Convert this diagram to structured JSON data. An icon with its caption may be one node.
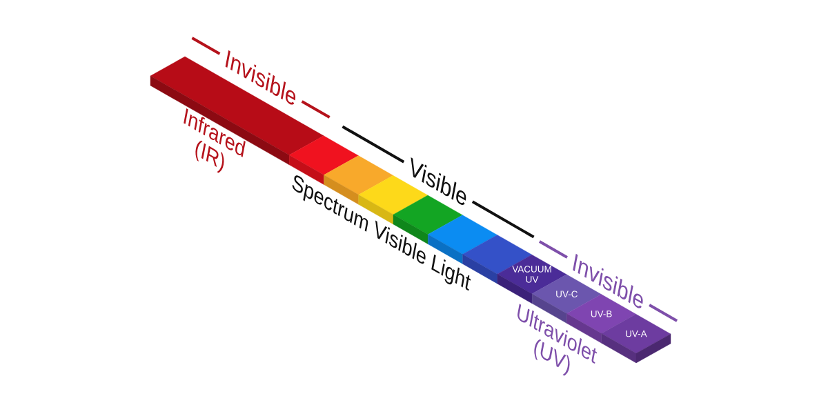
{
  "diagram": {
    "nodes": [
      {
        "text": [],
        "shape": "bar",
        "beside": [
          "Infrared (IR)"
        ]
      },
      {
        "text": [],
        "shape": "bar"
      },
      {
        "text": [],
        "shape": "bar"
      },
      {
        "text": [],
        "shape": "bar"
      },
      {
        "text": [],
        "shape": "bar"
      },
      {
        "text": [],
        "shape": "bar"
      },
      {
        "text": [],
        "shape": "bar"
      },
      {
        "text": [
          "VACUUM UV"
        ]
      },
      {
        "text": [
          "UV-C"
        ]
      },
      {
        "text": [
          "UV-B"
        ]
      },
      {
        "text": [
          "UV-A"
        ]
      }
    ],
    "labels": [
      "Invisible",
      "Visible",
      "Spectrum Visible Light",
      "Invisible",
      "Ultraviolet (UV)"
    ]
  }
}
